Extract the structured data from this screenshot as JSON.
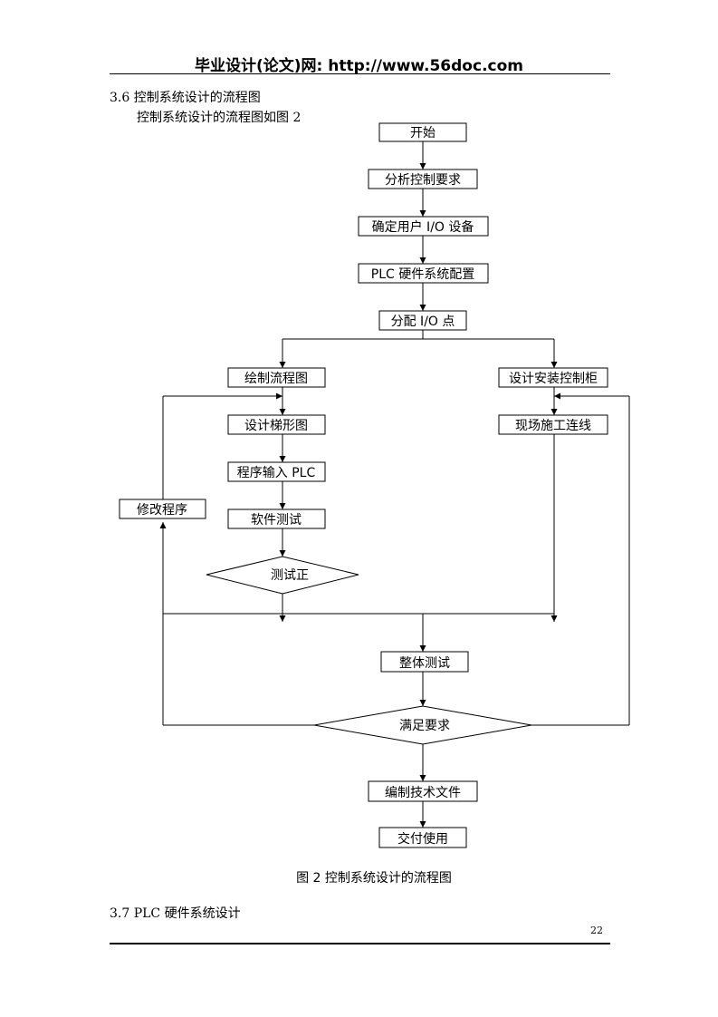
{
  "header": {
    "title": "毕业设计(论文)网: http://www.56doc.com"
  },
  "section_36": {
    "heading": "3.6  控制系统设计的流程图",
    "intro": "控制系统设计的流程图如图 2"
  },
  "flowchart": {
    "nodes": {
      "start": "开始",
      "analyze": "分析控制要求",
      "io_devices": "确定用户 I/O 设备",
      "plc_hw": "PLC 硬件系统配置",
      "assign_io": "分配 I/O 点",
      "draw_flow": "绘制流程图",
      "ladder": "设计梯形图",
      "input_plc": "程序输入 PLC",
      "sw_test": "软件测试",
      "test_ok": "测试正",
      "modify": "修改程序",
      "cabinet": "设计安装控制柜",
      "wiring": "现场施工连线",
      "overall_test": "整体测试",
      "meets_req": "满足要求",
      "docs": "编制技术文件",
      "deliver": "交付使用"
    },
    "caption": "图 2 控制系统设计的流程图"
  },
  "section_37": {
    "heading": "3.7 PLC  硬件系统设计"
  },
  "page_number": "22"
}
